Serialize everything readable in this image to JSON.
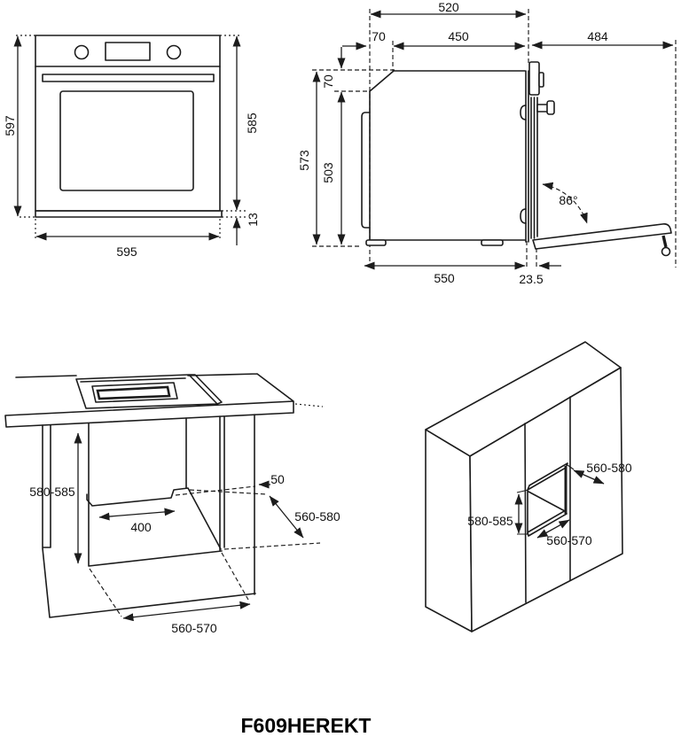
{
  "model_label": "F609HEREKT",
  "front_view": {
    "height_total": "597",
    "height_body": "585",
    "plinth_height": "13",
    "width": "595"
  },
  "side_view": {
    "depth_top_total": "520",
    "top_inset": "70",
    "top_flat_depth": "450",
    "door_open_projection": "484",
    "top_drop": "70",
    "height_total": "573",
    "height_front_frame": "503",
    "door_open_angle": "86°",
    "depth_body": "550",
    "door_thickness": "23.5"
  },
  "undercounter_installation": {
    "niche_height": "580-585",
    "support_depth": "400",
    "rear_gap": "50",
    "niche_depth": "560-580",
    "niche_width": "560-570"
  },
  "column_installation": {
    "niche_depth": "560-580",
    "niche_height": "580-585",
    "niche_width": "560-570"
  }
}
